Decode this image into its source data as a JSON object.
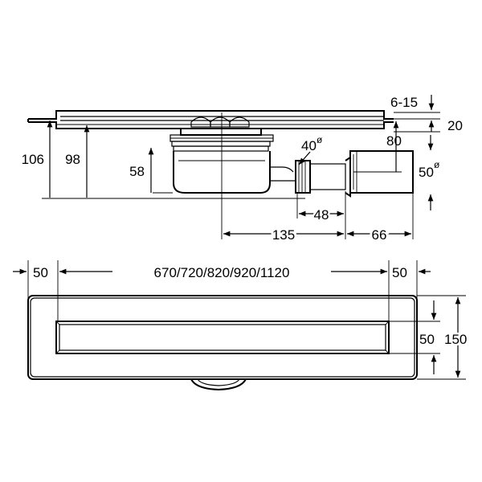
{
  "side_view": {
    "dim_106": "106",
    "dim_98": "98",
    "dim_58": "58",
    "dim_6_15": "6-15",
    "dim_20": "20",
    "dim_40_value": "40",
    "dim_40_symbol": "ø",
    "dim_80": "80",
    "dim_50_value": "50",
    "dim_50_symbol": "ø",
    "dim_48": "48",
    "dim_135": "135",
    "dim_66": "66"
  },
  "top_view": {
    "left_margin": "50",
    "lengths": "670/720/820/920/1120",
    "right_margin": "50",
    "channel_width": "50",
    "total_width": "150"
  }
}
